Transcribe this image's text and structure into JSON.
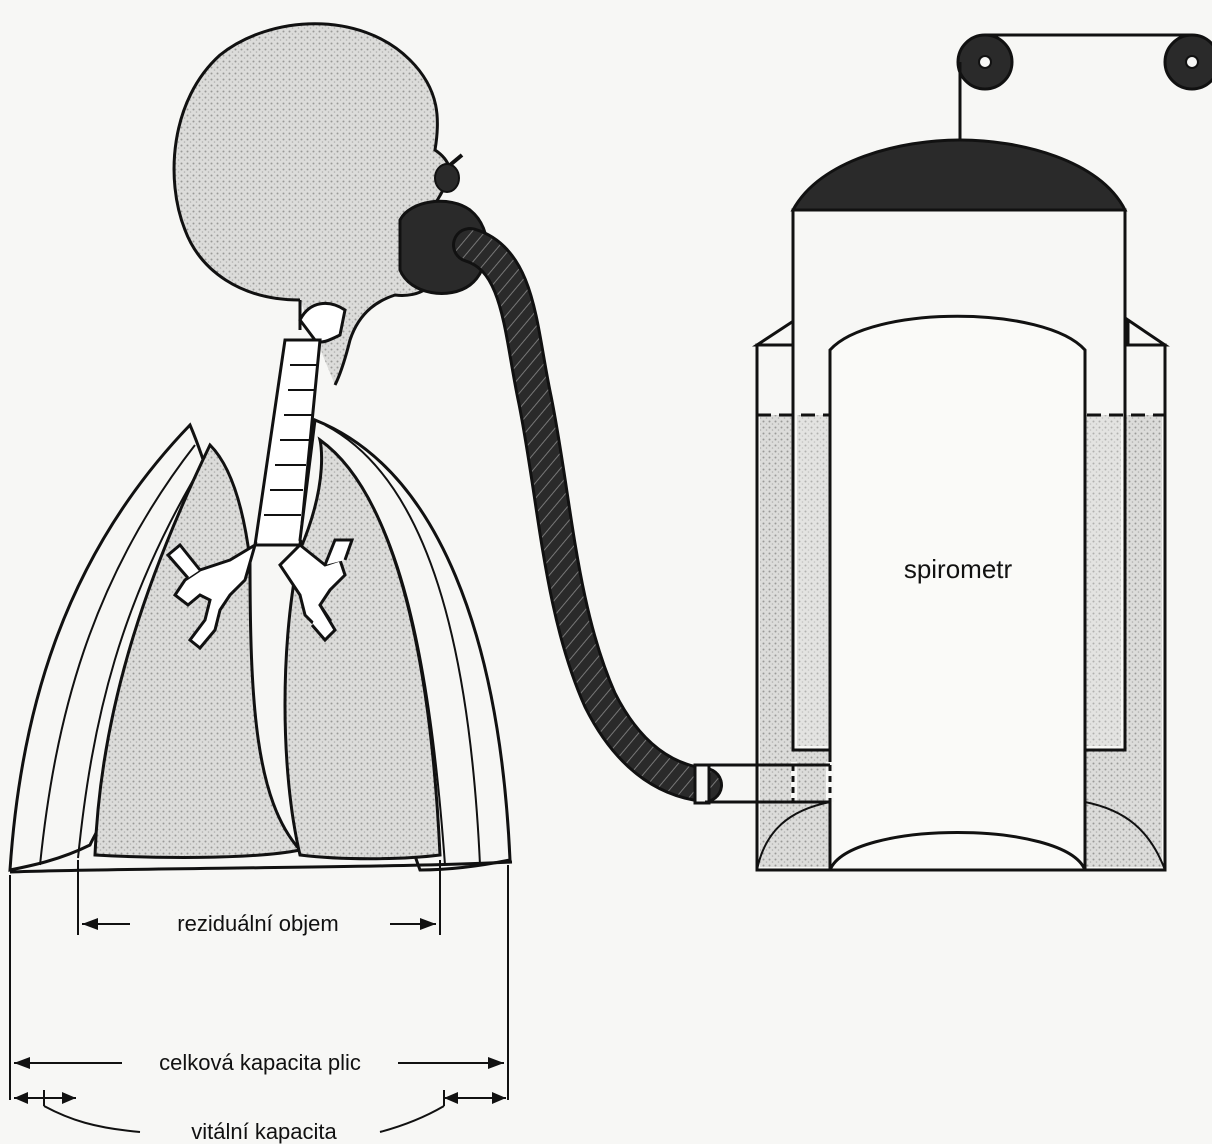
{
  "labels": {
    "device": "spirometr",
    "residual_volume": "reziduální objem",
    "total_lung_capacity": "celková kapacita plic",
    "vital_capacity": "vitální kapacita"
  },
  "colors": {
    "ink": "#111111",
    "stipple": "#c8c8c6",
    "paper": "#f7f7f5",
    "dark_fill": "#2a2a2a"
  }
}
